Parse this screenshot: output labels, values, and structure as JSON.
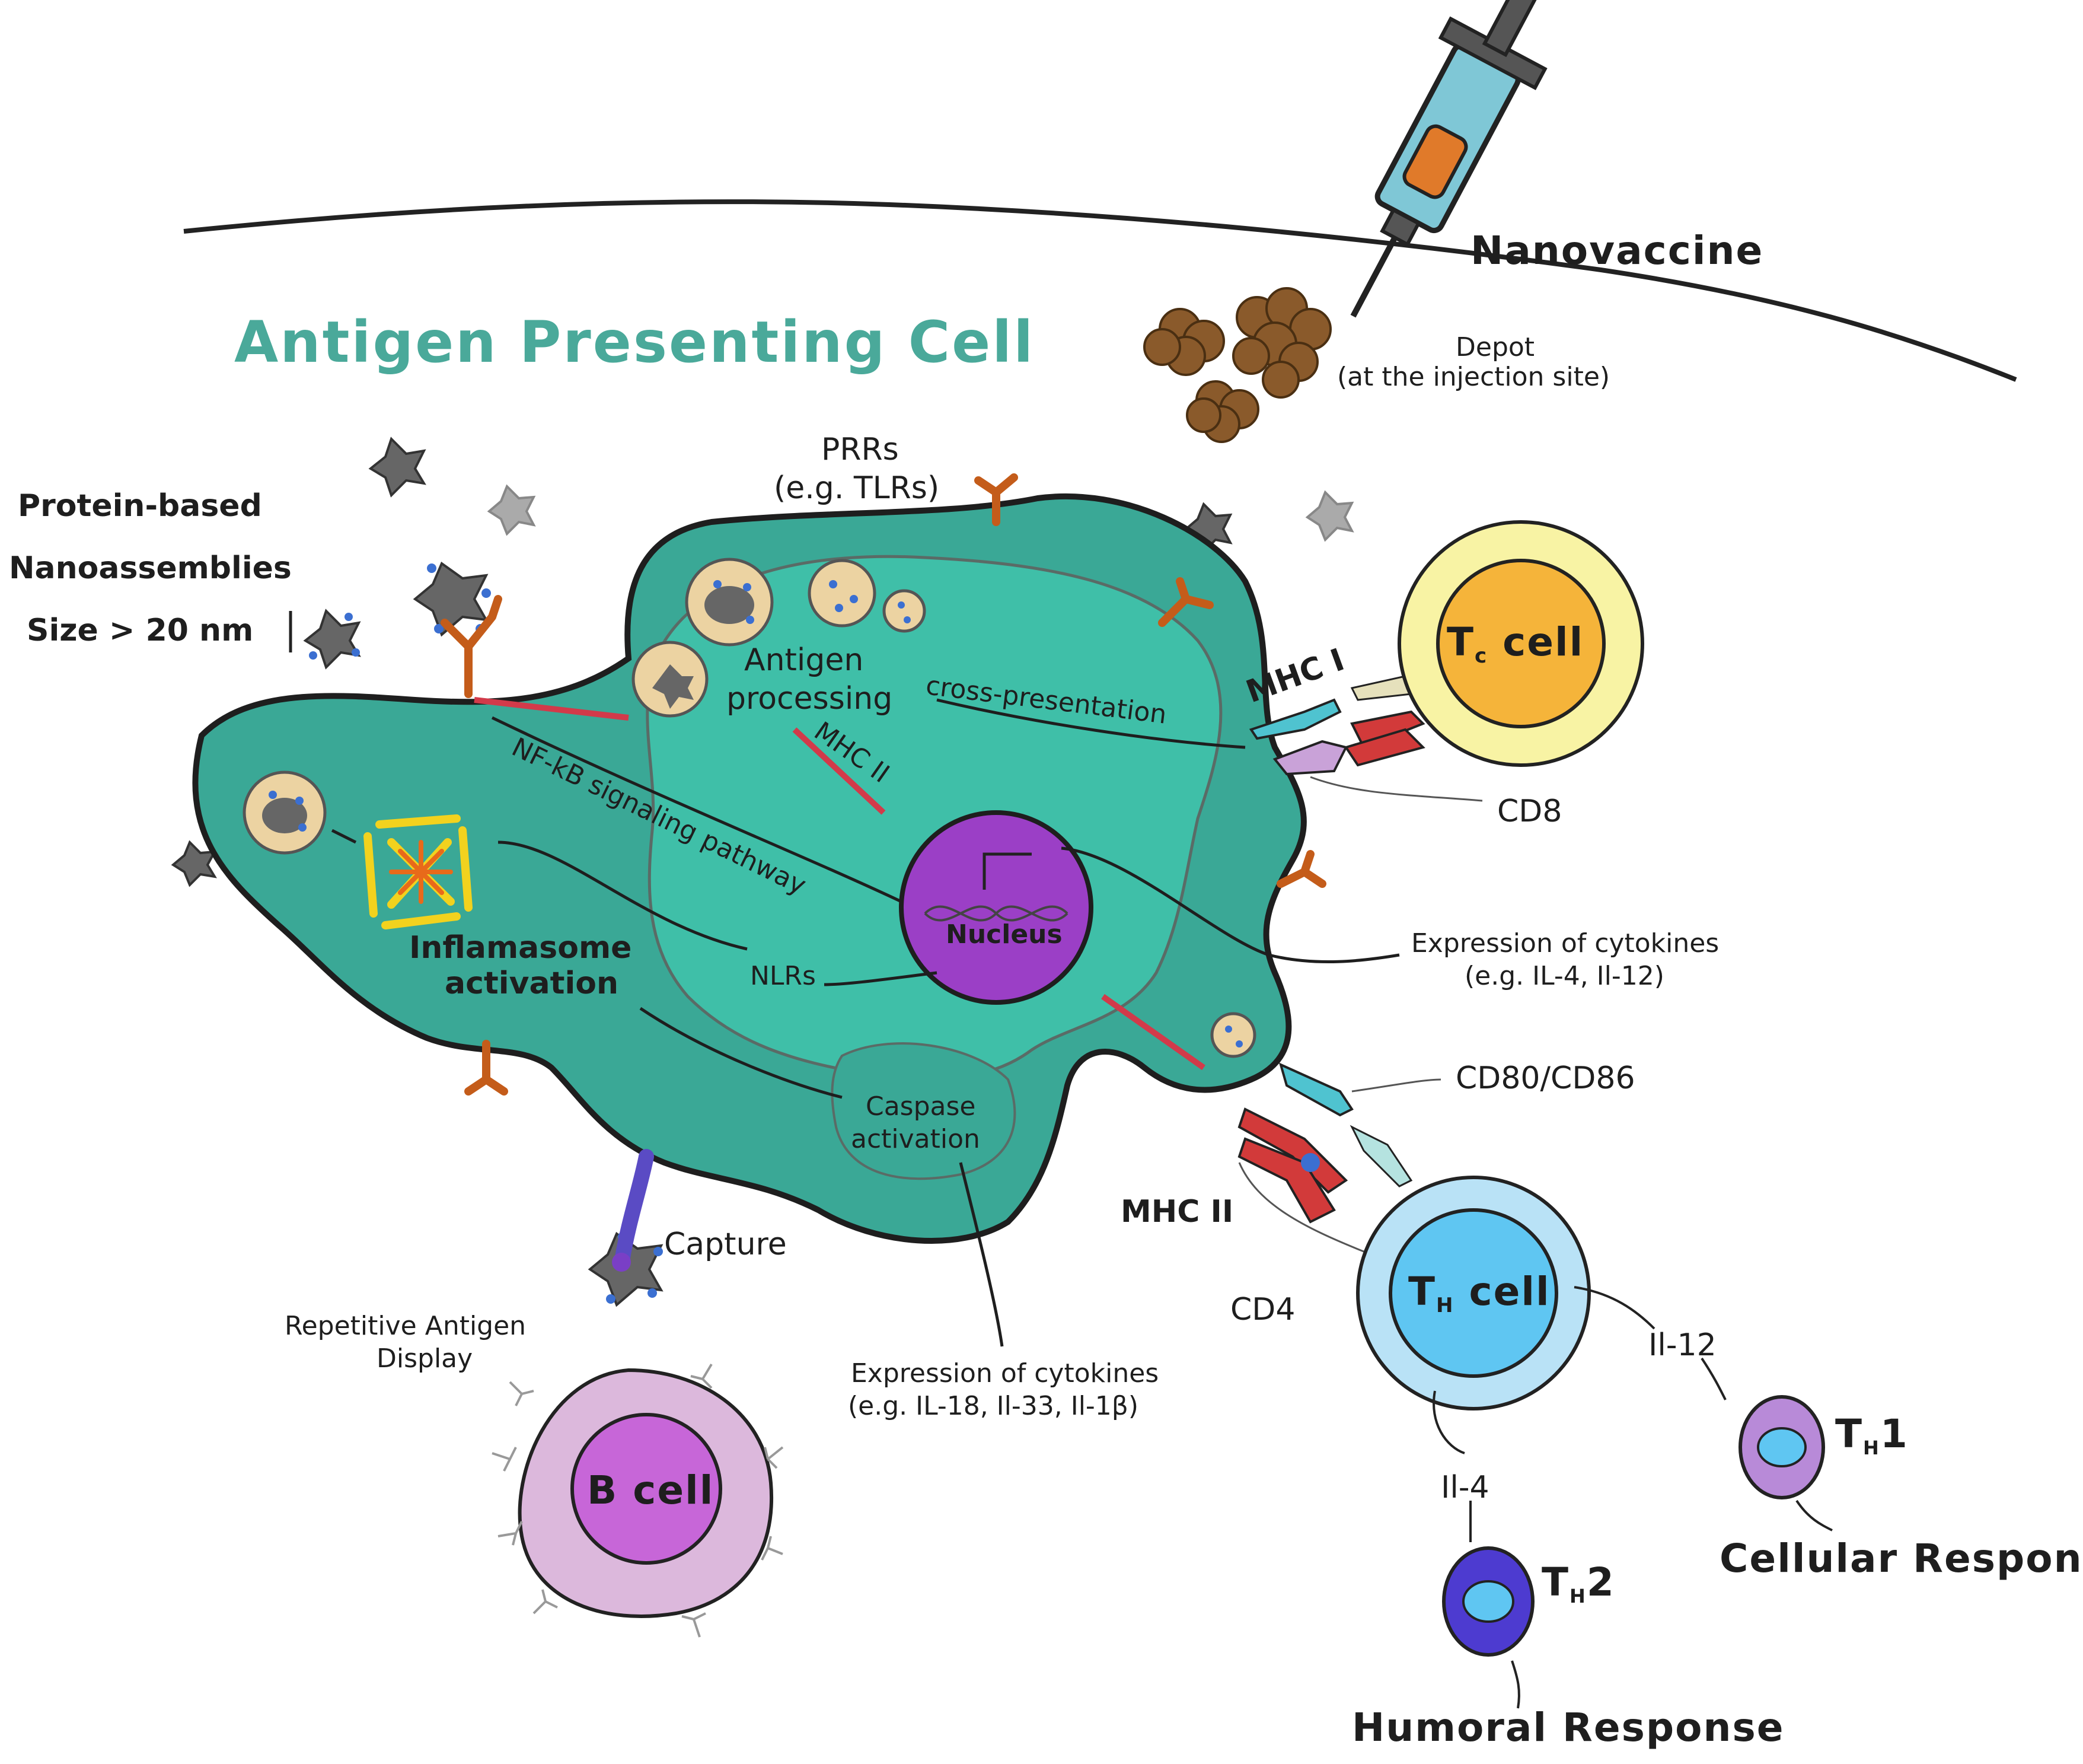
{
  "title": "Antigen Presenting Cell",
  "nanovaccine": "Nanovaccine",
  "depot": {
    "line1": "Depot",
    "line2": "(at the injection site)"
  },
  "nanoassemblies": {
    "line1": "Protein-based",
    "line2": "Nanoassemblies",
    "size": "Size > 20 nm"
  },
  "prrs": {
    "line1": "PRRs",
    "line2": "(e.g. TLRs)"
  },
  "antigen_processing": {
    "line1": "Antigen",
    "line2": "processing"
  },
  "cross_presentation": "cross-presentation",
  "mhc_ii_inner": "MHC II",
  "nfkb": "NF-kB signaling pathway",
  "nucleus": "Nucleus",
  "nlrs": "NLRs",
  "inflamasome": {
    "line1": "Inflamasome",
    "line2": "activation"
  },
  "caspase": {
    "line1": "Caspase",
    "line2": "activation"
  },
  "mhc_i": "MHC I",
  "tc_cell": {
    "main": "T",
    "sub": "c",
    "rest": " cell"
  },
  "cd8": "CD8",
  "cytokines_right": {
    "line1": "Expression of cytokines",
    "line2": "(e.g. IL-4, Il-12)"
  },
  "cd80_cd86": "CD80/CD86",
  "mhc_ii_outer": "MHC II",
  "cd4": "CD4",
  "th_cell": {
    "main": "T",
    "sub": "H",
    "rest": " cell"
  },
  "il12": "Il-12",
  "il4": "Il-4",
  "th1": {
    "main": "T",
    "sub": "H",
    "rest": "1"
  },
  "th2": {
    "main": "T",
    "sub": "H",
    "rest": "2"
  },
  "cellular_response": "Cellular Response",
  "humoral_response": "Humoral Response",
  "capture": "Capture",
  "repetitive": {
    "line1": "Repetitive Antigen",
    "line2": "Display"
  },
  "b_cell": "B cell",
  "cytokines_bottom": {
    "line1": "Expression of cytokines",
    "line2": "(e.g. IL-18, Il-33, Il-1β)"
  },
  "colors": {
    "apc_body": "#3aa896",
    "apc_inner": "#3fbfa8",
    "nucleus": "#9b3fc6",
    "tc_cell_outer": "#f8f3a4",
    "tc_cell_inner": "#f5b43a",
    "th_cell_outer": "#b9e2f6",
    "th_cell_inner": "#5fc6f2",
    "b_cell_outer": "#dcb8dc",
    "b_cell_inner": "#c766d8",
    "depot": "#8a5a2b",
    "receptor": "#e0742a",
    "title_green": "#4aa99a"
  }
}
